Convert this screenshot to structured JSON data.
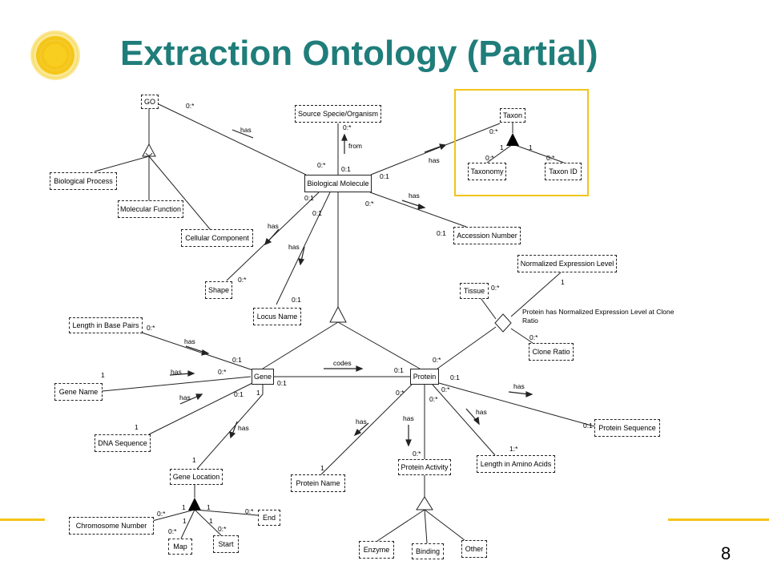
{
  "slide": {
    "title": "Extraction Ontology (Partial)",
    "page_number": "8",
    "colors": {
      "title": "#1f7d7a",
      "accent": "#f5c518",
      "highlight": "#f2c418"
    }
  },
  "nodes": {
    "go": "GO",
    "source_species": "Source Specie/Organism",
    "taxon": "Taxon",
    "taxonomy": "Taxonomy",
    "taxon_id": "Taxon ID",
    "biological_molecule": "Biological Molecule",
    "biological_process": "Biological Process",
    "molecular_function": "Molecular Function",
    "cellular_component": "Cellular Component",
    "accession_number": "Accession Number",
    "shape": "Shape",
    "locus_name": "Locus Name",
    "normalized_expression_level": "Normalized Expression Level",
    "tissue": "Tissue",
    "clone_ratio": "Clone Ratio",
    "length_base_pairs": "Length in Base Pairs",
    "gene": "Gene",
    "protein": "Protein",
    "gene_name": "Gene Name",
    "dna_sequence": "DNA Sequence",
    "protein_sequence": "Protein Sequence",
    "length_amino_acids": "Length in Amino Acids",
    "protein_name": "Protein Name",
    "protein_activity": "Protein Activity",
    "gene_location": "Gene Location",
    "chromosome_number": "Chromosome Number",
    "end": "End",
    "map": "Map",
    "start": "Start",
    "enzyme": "Enzyme",
    "binding": "Binding",
    "other": "Other"
  },
  "notes": {
    "expression_relation": "Protein has Normalized Expression Level at Clone Ratio"
  },
  "labels": {
    "go_card": "0:*",
    "go_has": "has",
    "bm_go_card": "0:*",
    "ss_card": "0:*",
    "from": "from",
    "bm_ss_card": "0:1",
    "taxon_card_bm": "0:*",
    "bm_taxon_card": "0:1",
    "taxon_has": "has",
    "taxon_one_a": "1",
    "taxon_one_b": "1",
    "taxonomy_card": "0:*",
    "taxonid_card": "0:*",
    "bm_acc_card": "0:*",
    "acc_has": "has",
    "acc_card": "0:1",
    "bm_shape_card": "0:1",
    "shape_has": "has",
    "shape_card": "0:*",
    "bm_locus_card": "0:1",
    "locus_has": "has",
    "locus_card": "0:1",
    "nel_card": "1",
    "tissue_card": "0:*",
    "clone_card": "0:*",
    "protein_expr_card": "0:*",
    "lbp_card": "0:*",
    "lbp_has": "has",
    "gene_lbp_card": "0:1",
    "gn_card": "1",
    "gn_has": "has",
    "gene_gn_card": "0:*",
    "dna_has": "has",
    "gene_dna_card": "0:1",
    "dna_card": "1",
    "codes": "codes",
    "gene_codes_card": "0:1",
    "protein_codes_card": "0:1",
    "gene_loc_card": "1",
    "gloc_has": "has",
    "gloc_card": "1",
    "protein_seq_card": "0:1",
    "ps_has": "has",
    "ps_card": "0:1",
    "protein_len_card": "0:*",
    "len_has": "has",
    "len_card": "1:*",
    "protein_pn_card": "0:*",
    "pn_has": "has",
    "pn_card": "1",
    "protein_pa_card": "0:*",
    "pa_has": "has",
    "pa_card": "0:*",
    "chrom_card": "0:*",
    "chrom_one": "1",
    "end_one": "1",
    "end_card": "0:*",
    "map_one": "1",
    "map_card": "0:*",
    "start_one": "1",
    "start_card": "0:*"
  }
}
